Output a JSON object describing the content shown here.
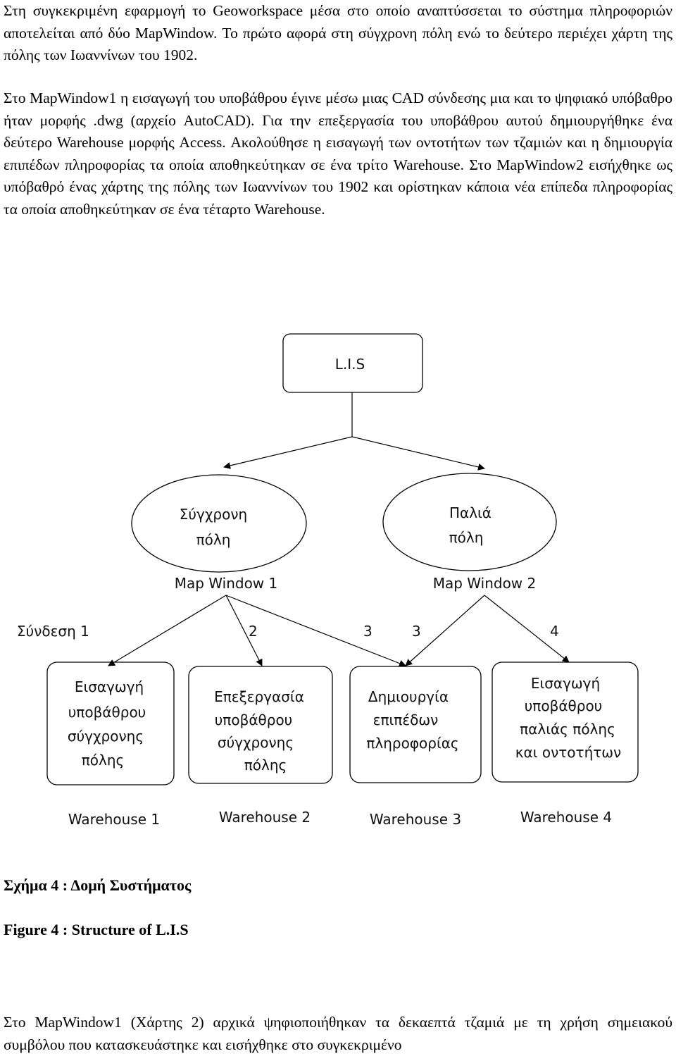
{
  "paragraphs": {
    "intro": "Στη συγκεκριμένη εφαρμογή το Geoworkspace μέσα στο οποίο αναπτύσσεται το σύστημα πληροφοριών αποτελείται από δύο MapWindow. Το πρώτο αφορά στη σύγχρονη πόλη ενώ το δεύτερο περιέχει χάρτη της πόλης των Ιωαννίνων του 1902.",
    "details": "Στο MapWindow1 η εισαγωγή του υποβάθρου έγινε μέσω μιας CAD σύνδεσης μια και το ψηφιακό υπόβαθρο ήταν μορφής .dwg (αρχείο AutoCAD). Για την επεξεργασία του υποβάθρου αυτού δημιουργήθηκε ένα δεύτερο Warehouse μορφής Access. Ακολούθησε η εισαγωγή των οντοτήτων των τζαμιών και η δημιουργία επιπέδων πληροφορίας τα οποία αποθηκεύτηκαν σε ένα τρίτο Warehouse. Στο MapWindow2 εισήχθηκε ως υπόβαθρό ένας χάρτης της πόλης των Ιωαννίνων του 1902 και ορίστηκαν κάποια νέα επίπεδα πληροφορίας τα οποία αποθηκεύτηκαν σε ένα τέταρτο Warehouse.",
    "closing": "Στο MapWindow1 (Χάρτης 2) αρχικά ψηφιοποιήθηκαν τα δεκαεπτά τζαμιά με τη χρήση σημειακού συμβόλου που κατασκευάστηκε και εισήχθηκε στο συγκεκριμένο"
  },
  "diagram": {
    "root": "L.I.S",
    "ellipses": [
      {
        "line1": "Σύγχρονη",
        "line2": "πόλη",
        "caption": "Map Window 1"
      },
      {
        "line1": "Παλιά",
        "line2": "πόλη",
        "caption": "Map Window 2"
      }
    ],
    "connector_labels": [
      "Σύνδεση 1",
      "2",
      "3",
      "3",
      "4"
    ],
    "boxes": [
      {
        "lines": [
          "Εισαγωγή",
          "υποβάθρου",
          "σύγχρονης",
          "πόλης"
        ],
        "warehouse": "Warehouse 1"
      },
      {
        "lines": [
          "Επεξεργασία",
          "υποβάθρου",
          "σύγχρονης",
          "πόλης"
        ],
        "warehouse": "Warehouse 2"
      },
      {
        "lines": [
          "Δημιουργία",
          "επιπέδων",
          "πληροφορίας"
        ],
        "warehouse": "Warehouse 3"
      },
      {
        "lines": [
          "Εισαγωγή",
          "υποβάθρου",
          "παλιάς πόλης",
          "και οντοτήτων"
        ],
        "warehouse": "Warehouse 4"
      }
    ]
  },
  "captions": {
    "greek": "Σχήμα 4 : Δομή Συστήματος",
    "english": "Figure 4 : Structure of L.I.S"
  }
}
